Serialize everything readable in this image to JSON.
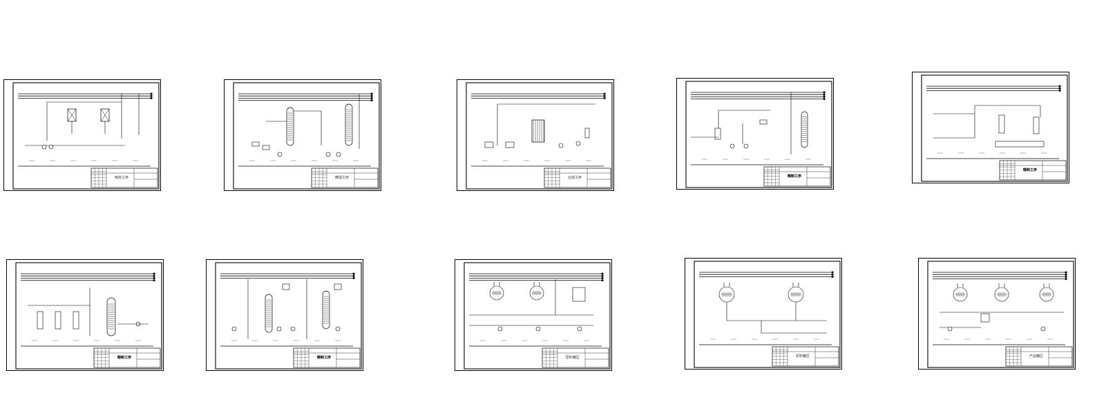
{
  "sheets": [
    {
      "title": "吸收工序"
    },
    {
      "title": "精馏工序"
    },
    {
      "title": "合成工序"
    },
    {
      "title": "精制工序"
    },
    {
      "title": "精制工序"
    },
    {
      "title": "精制工序"
    },
    {
      "title": "精制工序"
    },
    {
      "title": "原料罐区"
    },
    {
      "title": "原料罐区"
    },
    {
      "title": "产品罐区"
    }
  ]
}
